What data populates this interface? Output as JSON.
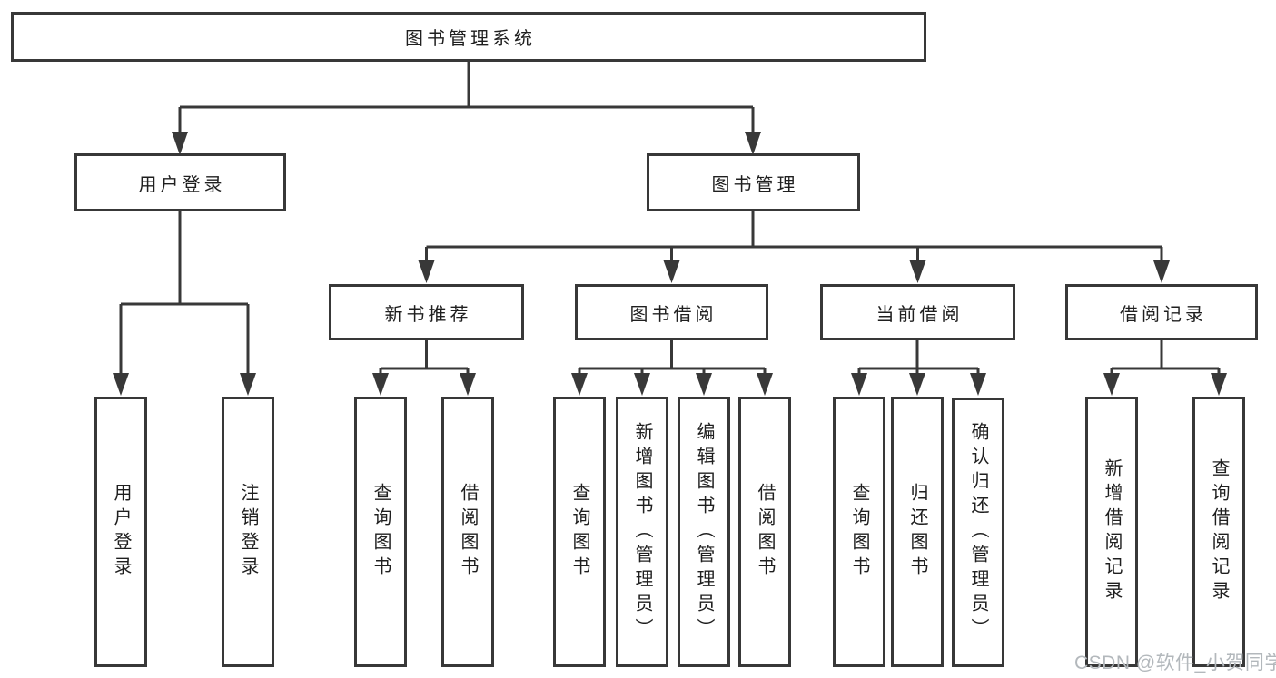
{
  "diagram_type": "hierarchy-tree",
  "tree": {
    "label": "图书管理系统",
    "children": [
      {
        "label": "用户登录",
        "children": [
          {
            "label": "用户登录"
          },
          {
            "label": "注销登录"
          }
        ]
      },
      {
        "label": "图书管理",
        "children": [
          {
            "label": "新书推荐",
            "children": [
              {
                "label": "查询图书"
              },
              {
                "label": "借阅图书"
              }
            ]
          },
          {
            "label": "图书借阅",
            "children": [
              {
                "label": "查询图书"
              },
              {
                "label": "新增图书（管理员）"
              },
              {
                "label": "编辑图书（管理员）"
              },
              {
                "label": "借阅图书"
              }
            ]
          },
          {
            "label": "当前借阅",
            "children": [
              {
                "label": "查询图书"
              },
              {
                "label": "归还图书"
              },
              {
                "label": "确认归还（管理员）"
              }
            ]
          },
          {
            "label": "借阅记录",
            "children": [
              {
                "label": "新增借阅记录"
              },
              {
                "label": "查询借阅记录"
              }
            ]
          }
        ]
      }
    ]
  },
  "watermark": {
    "text": "CSDN @软件_小贺同学"
  },
  "colors": {
    "line": "#383838",
    "box_border": "#383838",
    "box_fill": "#ffffff",
    "text": "#1f1f1f",
    "background": "#ffffff",
    "watermark": "#b3b8bc"
  }
}
